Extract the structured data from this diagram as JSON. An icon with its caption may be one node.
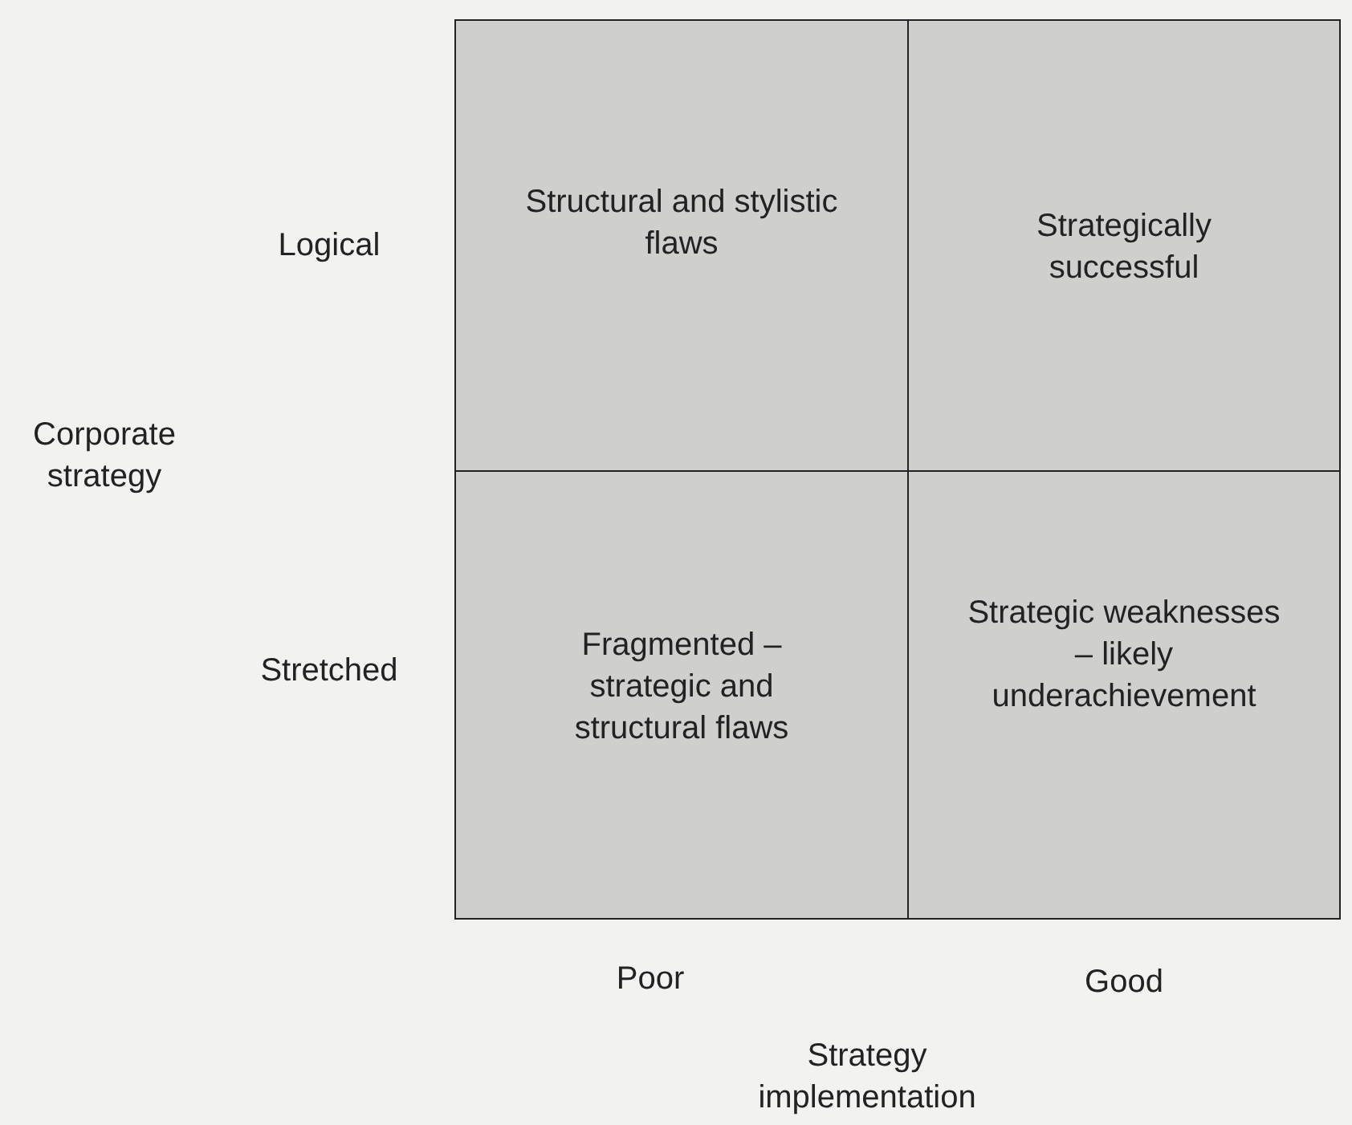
{
  "diagram": {
    "nodes": [
      {
        "text": [
          "Structural and stylistic flaws"
        ]
      },
      {
        "text": [
          "Strategically successful"
        ]
      },
      {
        "text": [
          "Fragmented – strategic and structural flaws"
        ]
      },
      {
        "text": [
          "Strategic weaknesses – likely underachievement"
        ]
      }
    ],
    "labels": [
      "Logical",
      "Corporate strategy",
      "Stretched",
      "Poor",
      "Good",
      "Strategy implementation"
    ]
  }
}
